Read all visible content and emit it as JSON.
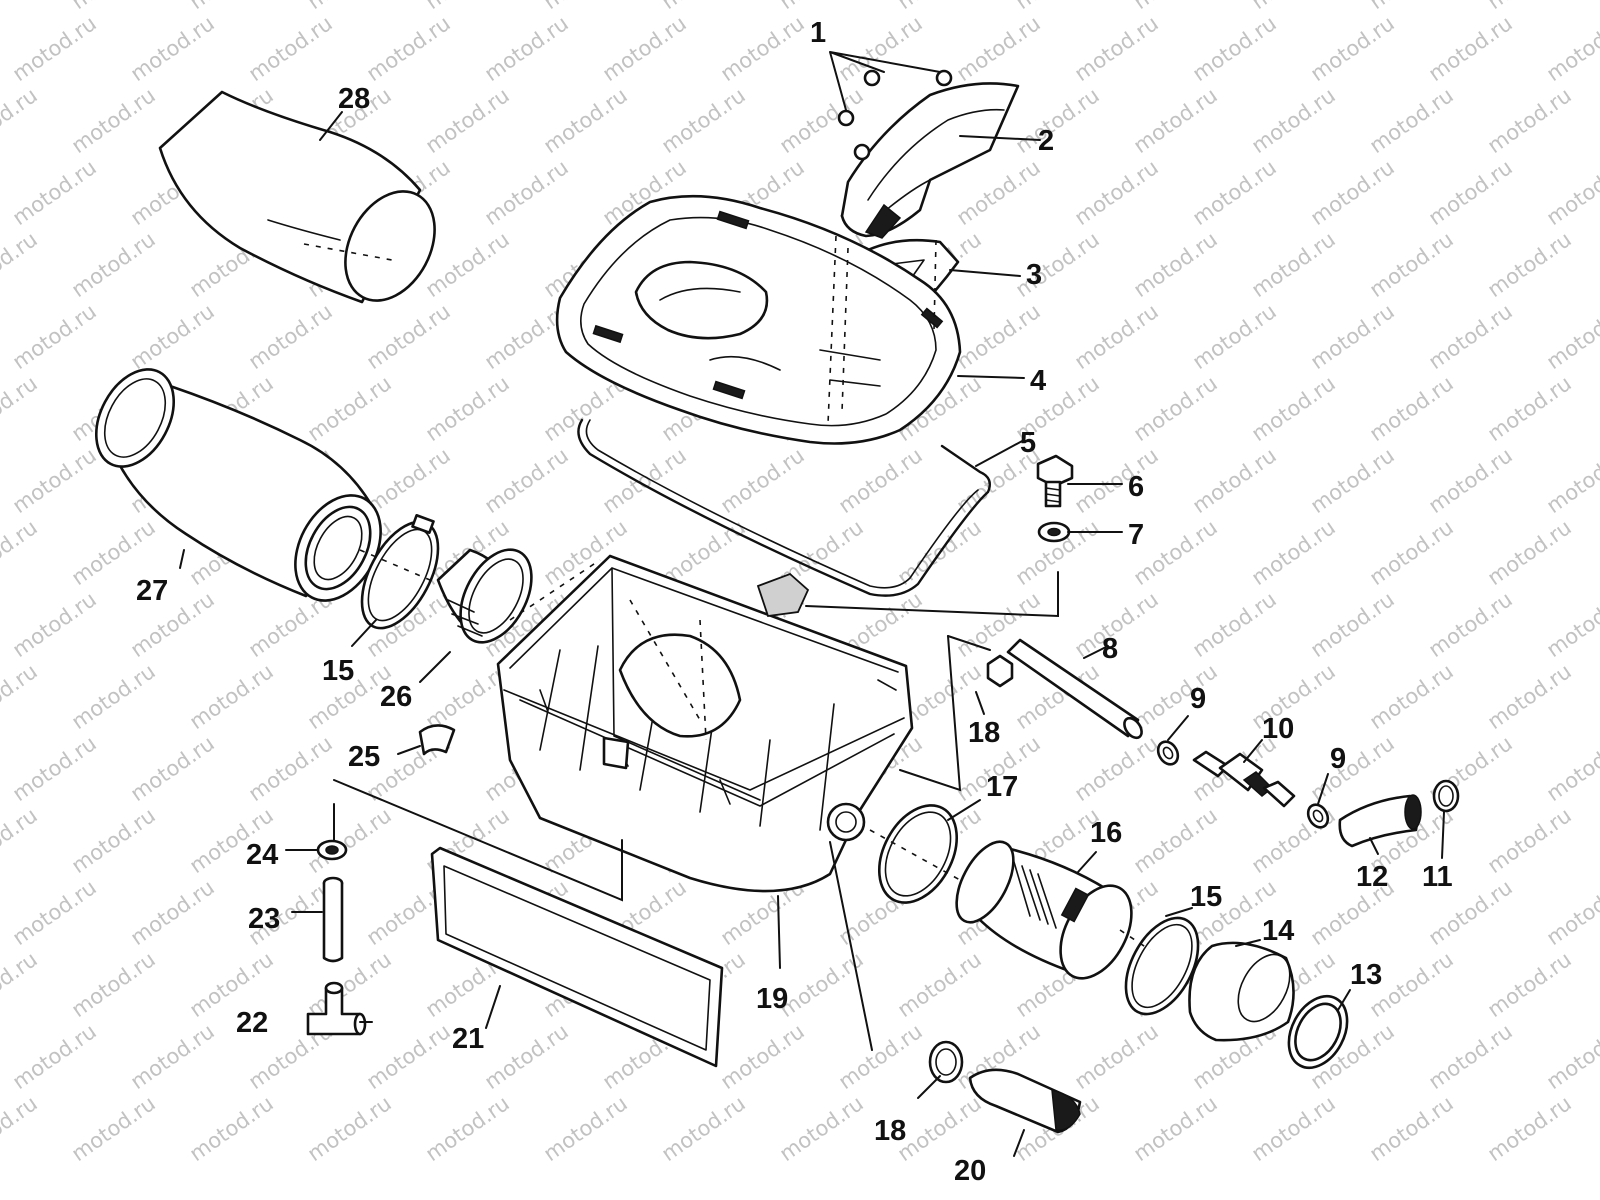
{
  "watermark": {
    "text": "motod.ru",
    "color": "#c2c2c2"
  },
  "callouts": [
    {
      "id": "c1",
      "label": "1"
    },
    {
      "id": "c2",
      "label": "2"
    },
    {
      "id": "c3",
      "label": "3"
    },
    {
      "id": "c4",
      "label": "4"
    },
    {
      "id": "c5",
      "label": "5"
    },
    {
      "id": "c6",
      "label": "6"
    },
    {
      "id": "c7",
      "label": "7"
    },
    {
      "id": "c8",
      "label": "8"
    },
    {
      "id": "c9a",
      "label": "9"
    },
    {
      "id": "c9b",
      "label": "9"
    },
    {
      "id": "c10",
      "label": "10"
    },
    {
      "id": "c11",
      "label": "11"
    },
    {
      "id": "c12",
      "label": "12"
    },
    {
      "id": "c13",
      "label": "13"
    },
    {
      "id": "c14",
      "label": "14"
    },
    {
      "id": "c15a",
      "label": "15"
    },
    {
      "id": "c15b",
      "label": "15"
    },
    {
      "id": "c16",
      "label": "16"
    },
    {
      "id": "c17",
      "label": "17"
    },
    {
      "id": "c18a",
      "label": "18"
    },
    {
      "id": "c18b",
      "label": "18"
    },
    {
      "id": "c19",
      "label": "19"
    },
    {
      "id": "c20",
      "label": "20"
    },
    {
      "id": "c21",
      "label": "21"
    },
    {
      "id": "c22",
      "label": "22"
    },
    {
      "id": "c23",
      "label": "23"
    },
    {
      "id": "c24",
      "label": "24"
    },
    {
      "id": "c25",
      "label": "25"
    },
    {
      "id": "c26",
      "label": "26"
    },
    {
      "id": "c27",
      "label": "27"
    },
    {
      "id": "c28",
      "label": "28"
    }
  ]
}
